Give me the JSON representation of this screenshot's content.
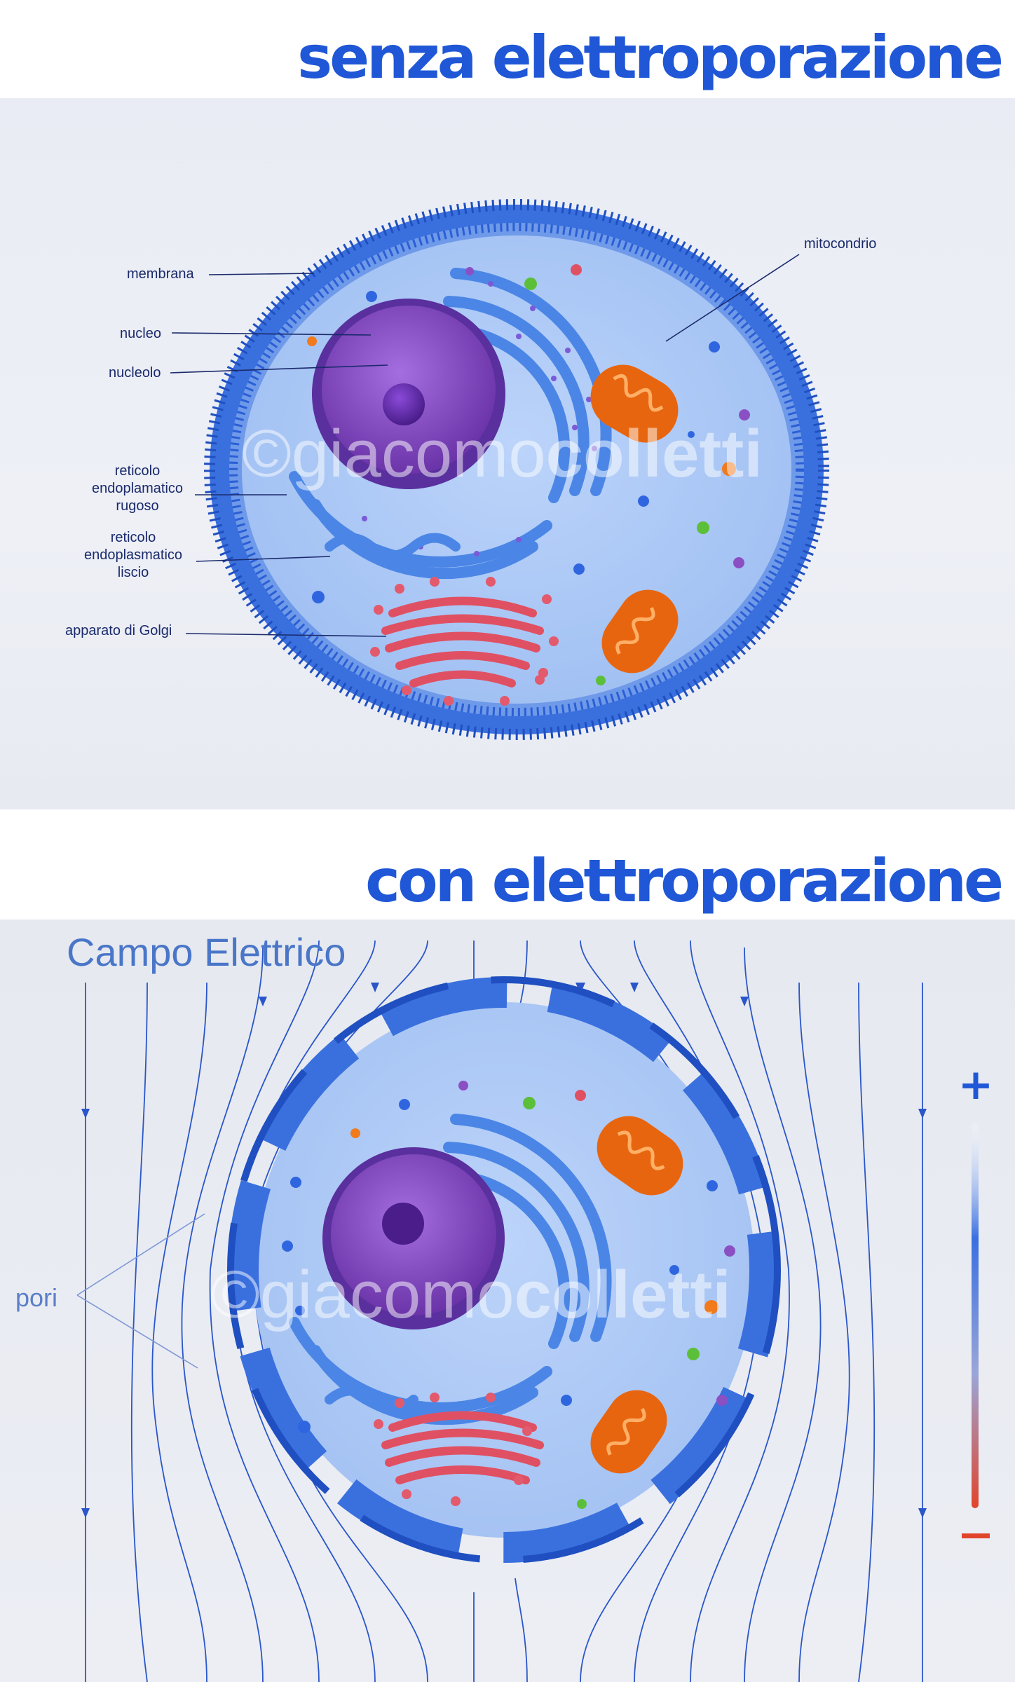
{
  "headings": {
    "top": "senza elettroporazione",
    "bottom": "con elettroporazione"
  },
  "top_panel": {
    "labels": {
      "membrana": "membrana",
      "nucleo": "nucleo",
      "nucleolo": "nucleolo",
      "rer_line1": "reticolo",
      "rer_line2": "endoplamatico",
      "rer_line3": "rugoso",
      "ser_line1": "reticolo",
      "ser_line2": "endoplasmatico",
      "ser_line3": "liscio",
      "golgi": "apparato di Golgi",
      "mitocondrio": "mitocondrio"
    }
  },
  "bottom_panel": {
    "field_title": "Campo Elettrico",
    "pori_label": "pori",
    "polarity_plus": "+",
    "polarity_minus": "−"
  },
  "watermark": {
    "prefix": "©giacomo",
    "suffix": "colletti"
  },
  "colors": {
    "heading": "#1f57d6",
    "membrane": "#2f66e0",
    "cytoplasm": "#aac7f5",
    "nucleus": "#8b4fc4",
    "er": "#4b86e6",
    "golgi": "#e05063",
    "mitochondrion": "#f07a1c",
    "field_line": "#2a56c9",
    "positive": "#1f57d6",
    "negative": "#e0452b"
  }
}
